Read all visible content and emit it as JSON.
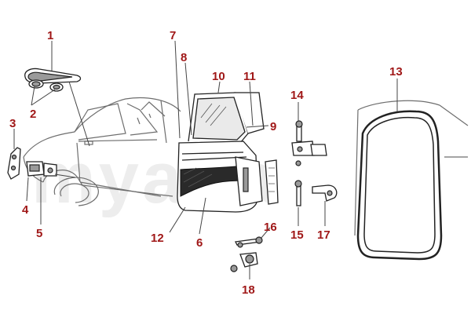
{
  "watermark": "myalfa",
  "callouts": [
    {
      "id": "1",
      "label": "1"
    },
    {
      "id": "2",
      "label": "2"
    },
    {
      "id": "3",
      "label": "3"
    },
    {
      "id": "4",
      "label": "4"
    },
    {
      "id": "5",
      "label": "5"
    },
    {
      "id": "6",
      "label": "6"
    },
    {
      "id": "7",
      "label": "7"
    },
    {
      "id": "8",
      "label": "8"
    },
    {
      "id": "9",
      "label": "9"
    },
    {
      "id": "10",
      "label": "10"
    },
    {
      "id": "11",
      "label": "11"
    },
    {
      "id": "12",
      "label": "12"
    },
    {
      "id": "13",
      "label": "13"
    },
    {
      "id": "14",
      "label": "14"
    },
    {
      "id": "15",
      "label": "15"
    },
    {
      "id": "16",
      "label": "16"
    },
    {
      "id": "17",
      "label": "17"
    },
    {
      "id": "18",
      "label": "18"
    }
  ],
  "colors": {
    "label": "#a01818",
    "line": "#444444",
    "watermark": "#ededed"
  }
}
